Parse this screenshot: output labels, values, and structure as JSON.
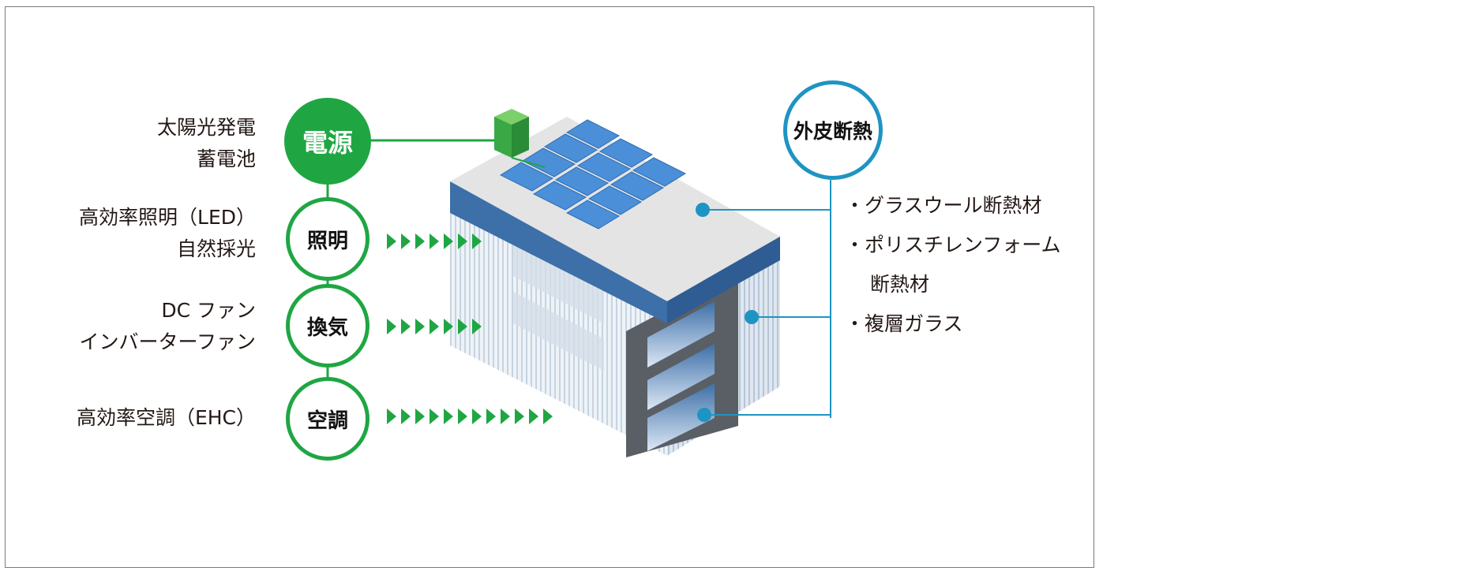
{
  "left_labels": {
    "power": [
      "太陽光発電",
      "蓄電池"
    ],
    "lighting": [
      "高効率照明（LED）",
      "自然採光"
    ],
    "ventilation": [
      "DC ファン",
      "インバーターファン"
    ],
    "aircon": [
      "高効率空調（EHC）"
    ]
  },
  "circles": {
    "power": "電源",
    "lighting": "照明",
    "ventilation": "換気",
    "aircon": "空調",
    "insulation": "外皮断熱"
  },
  "insulation_items": [
    "・グラスウール断熱材",
    "・ポリスチレンフォーム",
    "断熱材",
    "・複層ガラス"
  ],
  "colors": {
    "green": "#1fa643",
    "blue": "#1e94c3",
    "roof": "#e6e6e6",
    "roof_edge": "#3d6fa8",
    "panel": "#4a8fd8"
  }
}
